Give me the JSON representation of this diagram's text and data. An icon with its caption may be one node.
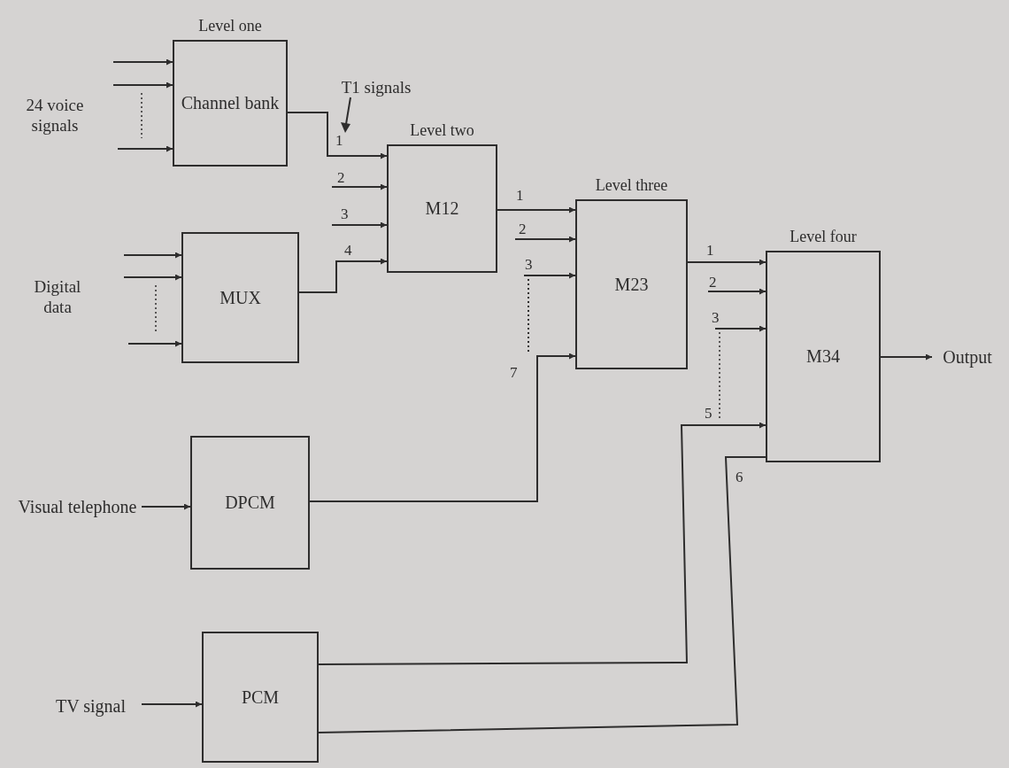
{
  "diagram": {
    "nodes": [
      {
        "text": [
          "Channel bank"
        ],
        "beside": [
          "Level one"
        ]
      },
      {
        "text": [
          "MUX"
        ]
      },
      {
        "text": [
          "M12"
        ],
        "beside": [
          "Level two"
        ]
      },
      {
        "text": [
          "DPCM"
        ]
      },
      {
        "text": [
          "PCM"
        ]
      },
      {
        "text": [
          "M23"
        ],
        "beside": [
          "Level three"
        ]
      },
      {
        "text": [
          "M34"
        ],
        "beside": [
          "Level four"
        ]
      },
      {
        "text": [
          "Visual telephone"
        ]
      },
      {
        "text": [
          "TV signal"
        ]
      },
      {
        "text": [
          "Output"
        ]
      }
    ],
    "edges": [
      {
        "from": null,
        "to": 0,
        "arrow": "to"
      },
      {
        "from": null,
        "to": 0,
        "arrow": "to"
      },
      {
        "from": null,
        "to": 0,
        "arrow": "to"
      },
      {
        "from": null,
        "to": 1,
        "arrow": "to"
      },
      {
        "from": null,
        "to": 1,
        "arrow": "to"
      },
      {
        "from": null,
        "to": 1,
        "arrow": "to"
      },
      {
        "from": 7,
        "to": 3,
        "arrow": "to"
      },
      {
        "from": 8,
        "to": 4,
        "arrow": "to"
      },
      {
        "from": 0,
        "to": 2,
        "arrow": "to",
        "label": "1"
      },
      {
        "from": null,
        "to": 2,
        "arrow": "to",
        "label": "2"
      },
      {
        "from": null,
        "to": 2,
        "arrow": "to",
        "label": "3"
      },
      {
        "from": 1,
        "to": 2,
        "arrow": "to",
        "label": "4"
      },
      {
        "from": 2,
        "to": 5,
        "arrow": "to",
        "label": "1"
      },
      {
        "from": null,
        "to": 5,
        "arrow": "to",
        "label": "2"
      },
      {
        "from": null,
        "to": 5,
        "arrow": "to",
        "label": "3"
      },
      {
        "from": 3,
        "to": 5,
        "arrow": "to",
        "label": "7"
      },
      {
        "from": 5,
        "to": 6,
        "arrow": "to",
        "label": "1"
      },
      {
        "from": null,
        "to": 6,
        "arrow": "to",
        "label": "2"
      },
      {
        "from": null,
        "to": 6,
        "arrow": "to",
        "label": "3"
      },
      {
        "from": 4,
        "to": 6,
        "arrow": "to",
        "label": "5"
      },
      {
        "from": 4,
        "to": 6,
        "arrow": "none",
        "label": "6"
      },
      {
        "from": 6,
        "to": 9,
        "arrow": "to"
      }
    ],
    "labels": [
      "24 voice signals",
      "Digital data",
      "T1 signals"
    ]
  }
}
